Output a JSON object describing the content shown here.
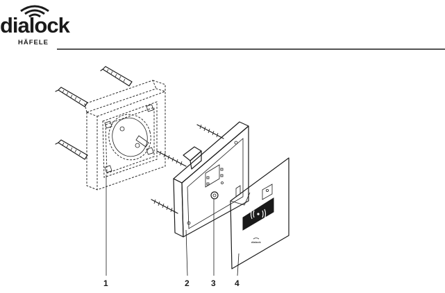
{
  "header": {
    "brand": "dialock",
    "subbrand": "HÄFELE",
    "rule_color": "#1a1a1a"
  },
  "diagram": {
    "parts": [
      {
        "id": "1",
        "label": "1"
      },
      {
        "id": "2",
        "label": "2"
      },
      {
        "id": "3",
        "label": "3"
      },
      {
        "id": "4",
        "label": "4"
      }
    ],
    "badge_text": "dialock",
    "colors": {
      "line": "#1a1a1a",
      "reader_panel": "#1a1a1a",
      "cover_fill": "#ffffff"
    },
    "icons": [
      "wireless-signal-icon",
      "wall-plug-icon",
      "screw-icon"
    ]
  }
}
